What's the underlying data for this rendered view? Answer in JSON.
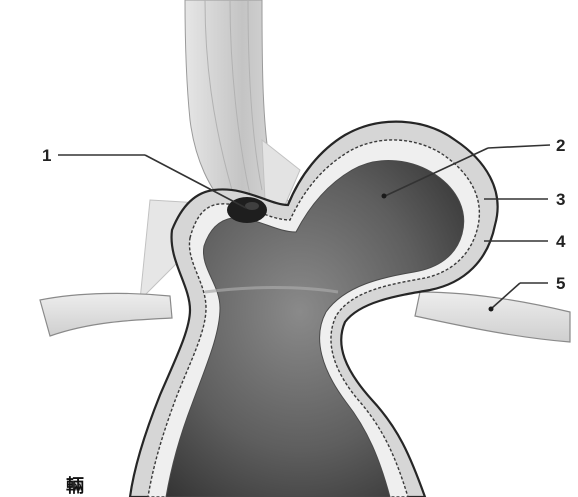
{
  "diagram": {
    "labels": [
      {
        "id": "1",
        "text": "1"
      },
      {
        "id": "2",
        "text": "2"
      },
      {
        "id": "3",
        "text": "3"
      },
      {
        "id": "4",
        "text": "4"
      },
      {
        "id": "5",
        "text": "5"
      }
    ],
    "corner_mark": "輛",
    "colors": {
      "background": "#ffffff",
      "wall": "#d8d8d8",
      "outline": "#2a2a2a",
      "lumen_dark": "#3a3a3a",
      "lumen_mid": "#7a7a7a",
      "tube": "#cfcfcf"
    }
  }
}
